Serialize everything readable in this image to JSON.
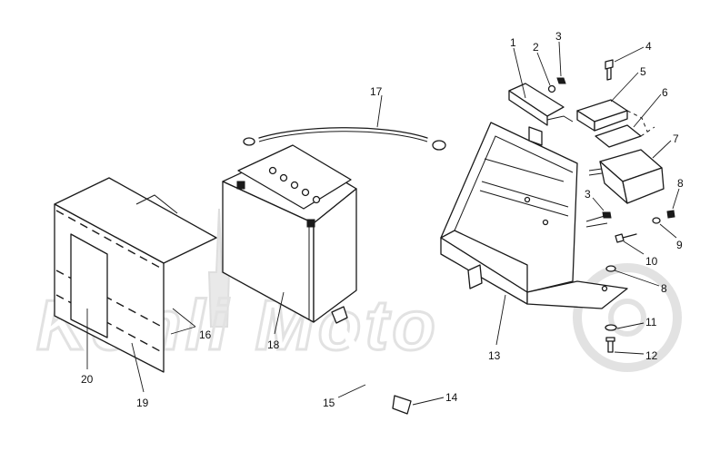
{
  "watermark": {
    "text": "Kohli Moto"
  },
  "callouts": [
    {
      "id": "c1",
      "text": "1"
    },
    {
      "id": "c2",
      "text": "2"
    },
    {
      "id": "c3a",
      "text": "3"
    },
    {
      "id": "c4",
      "text": "4"
    },
    {
      "id": "c5",
      "text": "5"
    },
    {
      "id": "c6",
      "text": "6"
    },
    {
      "id": "c7",
      "text": "7"
    },
    {
      "id": "c3b",
      "text": "3"
    },
    {
      "id": "c8a",
      "text": "8"
    },
    {
      "id": "c9",
      "text": "9"
    },
    {
      "id": "c10",
      "text": "10"
    },
    {
      "id": "c8b",
      "text": "8"
    },
    {
      "id": "c11",
      "text": "11"
    },
    {
      "id": "c12",
      "text": "12"
    },
    {
      "id": "c13",
      "text": "13"
    },
    {
      "id": "c14",
      "text": "14"
    },
    {
      "id": "c15",
      "text": "15"
    },
    {
      "id": "c16",
      "text": "16"
    },
    {
      "id": "c17",
      "text": "17"
    },
    {
      "id": "c18",
      "text": "18"
    },
    {
      "id": "c19",
      "text": "19"
    },
    {
      "id": "c20",
      "text": "20"
    }
  ]
}
